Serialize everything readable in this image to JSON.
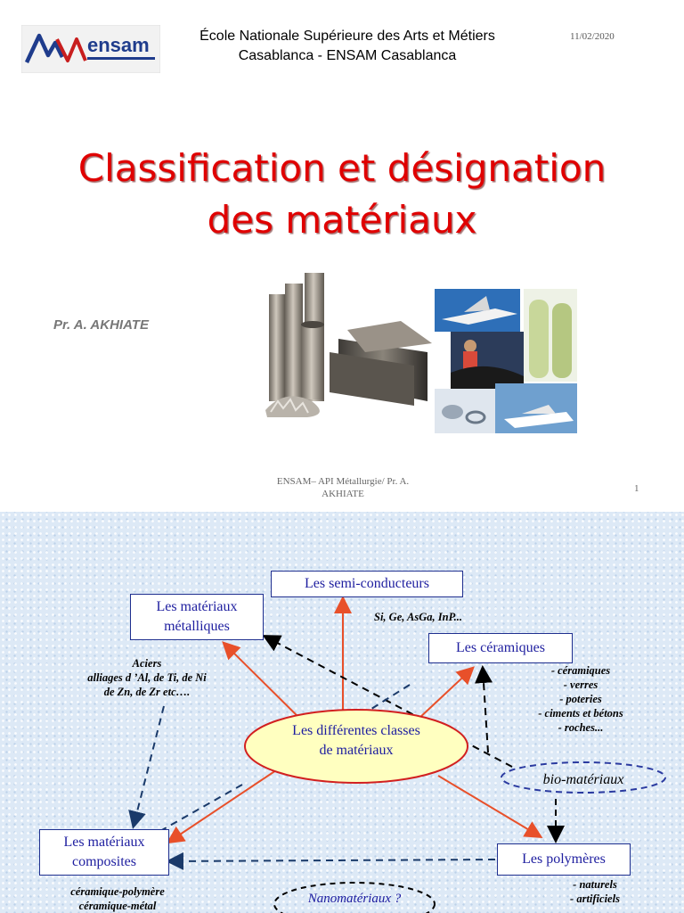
{
  "slide1": {
    "logo_text": "ensam",
    "school_line1": "École Nationale Supérieure des Arts et Métiers",
    "school_line2": "Casablanca - ENSAM Casablanca",
    "date": "11/02/2020",
    "title_line1": "Classification et désignation",
    "title_line2": "des matériaux",
    "author": "Pr. A. AKHIATE",
    "footer_line1": "ENSAM– API  Métallurgie/ Pr. A.",
    "footer_line2": "AKHIATE",
    "page_number": "1",
    "colors": {
      "title": "#e00000",
      "logo_blue": "#1f3c8c",
      "logo_red": "#c81e1e"
    }
  },
  "slide2": {
    "center_line1": "Les différentes classes",
    "center_line2": "de matériaux",
    "semiconducteurs": {
      "label": "Les semi-conducteurs",
      "note": "Si, Ge, AsGa, InP..."
    },
    "metalliques": {
      "line1": "Les matériaux",
      "line2": "métalliques",
      "note": [
        "Aciers",
        "alliages d ’Al, de Ti, de Ni",
        "de Zn, de Zr etc…."
      ]
    },
    "ceramiques": {
      "label": "Les céramiques",
      "note": [
        "- céramiques",
        "- verres",
        "- poteries",
        "- ciments et bétons",
        "- roches..."
      ]
    },
    "bio": "bio-matériaux",
    "composites": {
      "line1": "Les matériaux",
      "line2": "composites",
      "note": [
        "céramique-polymère",
        "céramique-métal"
      ]
    },
    "polymeres": {
      "label": "Les polymères",
      "note": [
        "- naturels",
        "- artificiels"
      ]
    },
    "nano": "Nanomatériaux ?",
    "colors": {
      "box_text": "#2020a0",
      "arrow_red": "#e8502a",
      "ellipse_fill": "#ffffc0",
      "ellipse_border": "#d22020",
      "dash": "#000000"
    }
  }
}
